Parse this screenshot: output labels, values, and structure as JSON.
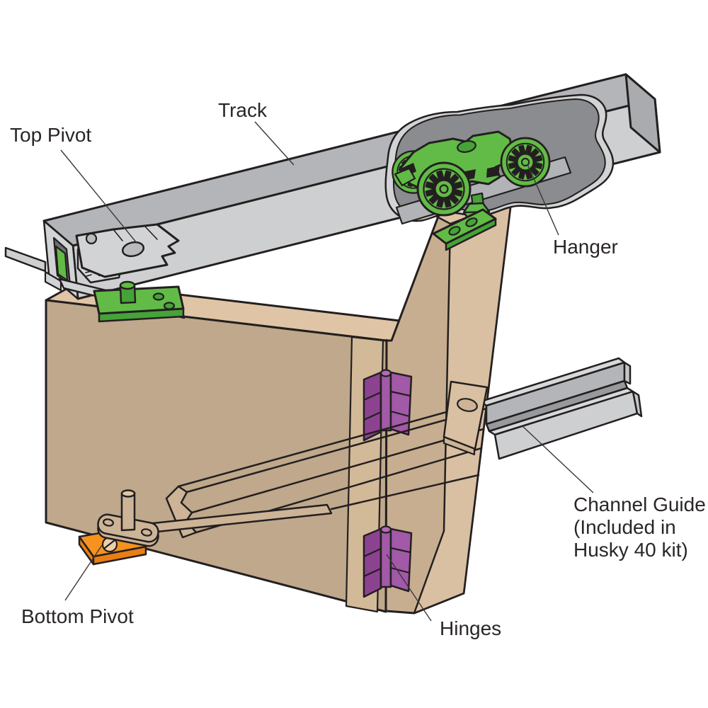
{
  "diagram": {
    "subject": "Bifold door hardware installation diagram",
    "labels": {
      "track": "Track",
      "top_pivot": "Top Pivot",
      "hanger": "Hanger",
      "channel_guide": [
        "Channel Guide",
        "(Included in",
        "Husky 40 kit)"
      ],
      "bottom_pivot": "Bottom Pivot",
      "hinges": "Hinges"
    }
  },
  "colors": {
    "outline": "#231f20",
    "text": "#2a2627",
    "leader": "#3b3738",
    "hardware_green": "#62bb46",
    "hardware_green_dark": "#45a338",
    "hinge_purple": "#a259a8",
    "hinge_purple_dark": "#8d4291",
    "hinge_purple_light": "#b06cb5",
    "pivot_orange": "#f6921e",
    "pivot_orange_dark": "#e87f15",
    "screw_cream": "#ecd0a9",
    "door_tan": "#bfa88b",
    "door_tan_light": "#dfc5a5",
    "door_tan_mid": "#c7ae90",
    "door_tan_band": "#d2b998",
    "door_tan_far": "#d9c0a2",
    "strip_tan": "#cdb497",
    "metal_gray": "#cdcfd1",
    "metal_gray_dark": "#b3b5b8",
    "metal_gray_light": "#d7d8da",
    "metal_end": "#a9abae",
    "metal_lip": "#d1d3d4",
    "metal_inner": "#8a8c8f",
    "metal_groove": "#97999c",
    "metal_cap": "#c5c6c8",
    "metal_hole": "#b9bbbd",
    "metal_opening": "#6d6f72",
    "channel_lip": "#b1b3b6"
  }
}
